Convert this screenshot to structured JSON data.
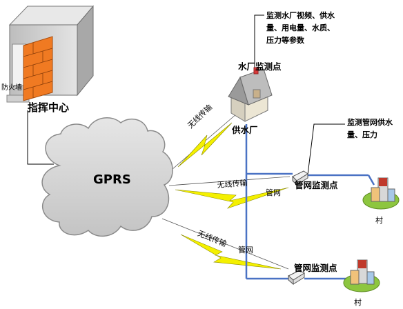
{
  "labels": {
    "command_center": "指挥中心",
    "firewall": "防火墙",
    "gprs": "GPRS",
    "plant_monitor_point": "水厂监测点",
    "water_plant": "供水厂",
    "plant_monitor_desc": "监测水厂视频、供水量、用电量、水质、压力等参数",
    "wireless_1": "无线传输",
    "wireless_2": "无线传输",
    "wireless_3": "无线传输",
    "pipe_monitor_1": "管网监测点",
    "pipe_monitor_2": "管网监测点",
    "pipe_monitor_desc": "监测管网供水量、压力",
    "pipe_1": "管网",
    "pipe_2": "管网",
    "village_1": "村",
    "village_2": "村"
  },
  "colors": {
    "pipe": "#4a72c4",
    "lightning": "#f4f000",
    "cloud": "#d8d8d8",
    "firewall": "#f07a22",
    "building": "#cfcfcf"
  }
}
